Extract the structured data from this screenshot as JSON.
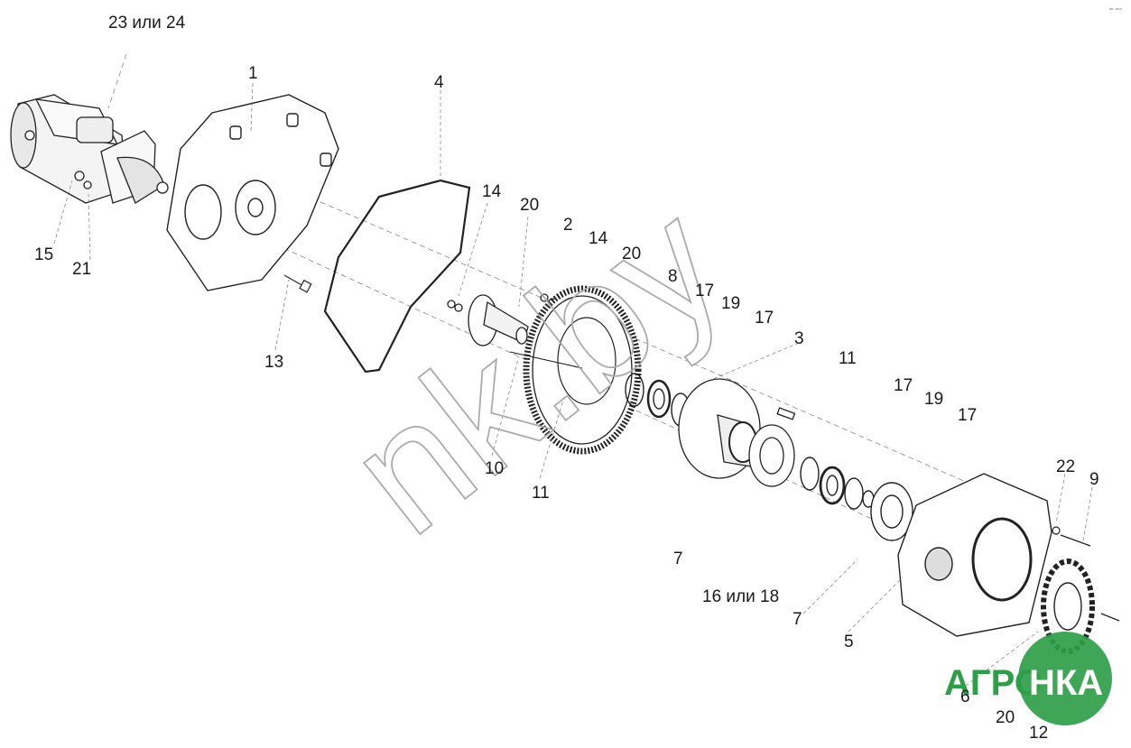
{
  "corner_mark": "ᵃᵒ ᵒᵒᵒ",
  "watermark": {
    "text": "nk.by"
  },
  "logo": {
    "left": "АГРО",
    "right": "НКА",
    "color": "#2e9e48"
  },
  "callouts": {
    "c23_24": "23 или 24",
    "c1": "1",
    "c4": "4",
    "c15": "15",
    "c21": "21",
    "c13": "13",
    "c14a": "14",
    "c20a": "20",
    "c2": "2",
    "c14b": "14",
    "c20b": "20",
    "c8": "8",
    "c17a": "17",
    "c19a": "19",
    "c17b": "17",
    "c3": "3",
    "c11a": "11",
    "c17c": "17",
    "c19b": "19",
    "c17d": "17",
    "c10": "10",
    "c11b": "11",
    "c22": "22",
    "c9": "9",
    "c7a": "7",
    "c16_18": "16 или 18",
    "c7b": "7",
    "c5": "5",
    "c6": "6",
    "c20c": "20",
    "c12": "12"
  }
}
